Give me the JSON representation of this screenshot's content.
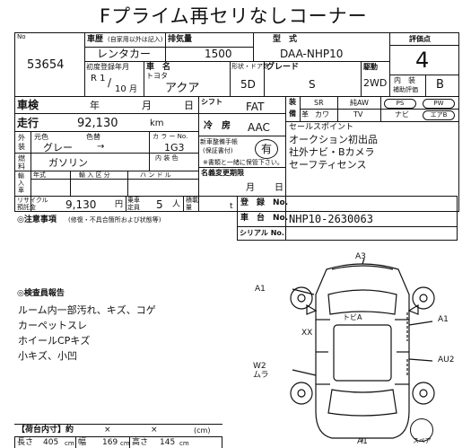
{
  "title": "Fプライム再セリなしコーナー",
  "lot": {
    "label": "No",
    "number": "53654"
  },
  "history": {
    "label": "車歴",
    "note": "(自家用以外は記入)",
    "value": "レンタカー"
  },
  "displacement": {
    "label": "排気量",
    "value": "1500"
  },
  "model": {
    "label": "型　式",
    "value": "DAA-NHP10"
  },
  "rating": {
    "label": "評価点",
    "score": "4",
    "interior_label_1": "内　装",
    "interior_label_2": "補助評価",
    "interior_score": "B"
  },
  "first_reg": {
    "label": "初度登録年月",
    "era": "R 1",
    "month": "10",
    "month_unit": "月",
    "slash": "/"
  },
  "car_name": {
    "label": "車　名",
    "maker": "トヨタ",
    "name": "アクア"
  },
  "shape": {
    "label": "形状・ドア数",
    "value": "5D"
  },
  "grade": {
    "label": "グレード",
    "value": "S"
  },
  "drive": {
    "label": "駆動",
    "value": "2WD"
  },
  "inspection": {
    "label": "車検",
    "year": "年",
    "month": "月",
    "day": "日"
  },
  "shift": {
    "label": "シフト",
    "value": "FAT"
  },
  "equipment": {
    "label_top": "装",
    "label_bottom": "備",
    "row1": [
      "SR",
      "純AW"
    ],
    "row2": [
      "革",
      "カワ",
      "TV"
    ],
    "pills1": [
      "PS",
      "PW"
    ],
    "pills2": [
      "ナビ",
      "エアB"
    ]
  },
  "mileage": {
    "label": "走行",
    "value": "92,130",
    "unit": "km"
  },
  "aircon": {
    "label": "冷　房",
    "value": "AAC"
  },
  "sales_point": {
    "label": "セールスポイント",
    "lines": [
      "オークション初出品",
      "社外ナビ・Bカメラ",
      "セーフティセンス"
    ]
  },
  "exterior_color": {
    "label1": "外",
    "label2": "装",
    "color_label": "元色",
    "label_color": "色替",
    "value": "グレー",
    "arrow": "→"
  },
  "color_no": {
    "label": "カ ラ ー No.",
    "value": "1G3"
  },
  "service_book": {
    "label1": "新車整備手帳",
    "label2": "(保証書付)",
    "value": "有",
    "note": "※書類と一緒に保管下さい。"
  },
  "fuel": {
    "label1": "燃",
    "label2": "料",
    "value": "ガソリン"
  },
  "interior_color": {
    "label": "内 装 色"
  },
  "name_change": {
    "label": "名義変更期限",
    "month": "月",
    "day": "日"
  },
  "import": {
    "label1": "輸",
    "label2": "入",
    "label3": "車",
    "year": "年式",
    "division": "輸 入 区 分",
    "handle": "ハ ン ド ル"
  },
  "recycle": {
    "label1": "リサイクル",
    "label2": "預託金",
    "value": "9,130",
    "unit": "円"
  },
  "capacity": {
    "label1": "乗車",
    "label2": "定員",
    "value": "5",
    "unit": "人"
  },
  "load": {
    "label1": "積載",
    "label2": "量",
    "unit": "t"
  },
  "registration": {
    "label": "登　録　No."
  },
  "chassis": {
    "label": "車　台　No.",
    "value": "NHP10-2630063"
  },
  "serial": {
    "label": "シリアル No."
  },
  "notes": {
    "label": "◎注意事項",
    "sub": "(修復・不具合箇所および状態等)"
  },
  "inspector": {
    "label": "◎検査員報告",
    "lines": [
      "ルーム内一部汚れ、キズ、コゲ",
      "カーペットスレ",
      "ホイールCPキズ",
      "小キズ、小凹"
    ]
  },
  "cargo": {
    "label": "【荷台内寸】約",
    "x1": "×",
    "x2": "×",
    "unit": "(cm)"
  },
  "dims": {
    "length_label": "長さ",
    "length": "405",
    "width_label": "幅",
    "width": "169",
    "height_label": "高さ",
    "height": "145",
    "unit": "cm"
  },
  "damage_map": {
    "top": "A3",
    "left_top": "A1",
    "right_mid": "A1",
    "right_lower": "AU2",
    "left_lower_1": "W2",
    "left_lower_2": "ムラ",
    "bottom": "A1",
    "interior": "XX",
    "door": "トビA",
    "spare": "スペア"
  }
}
